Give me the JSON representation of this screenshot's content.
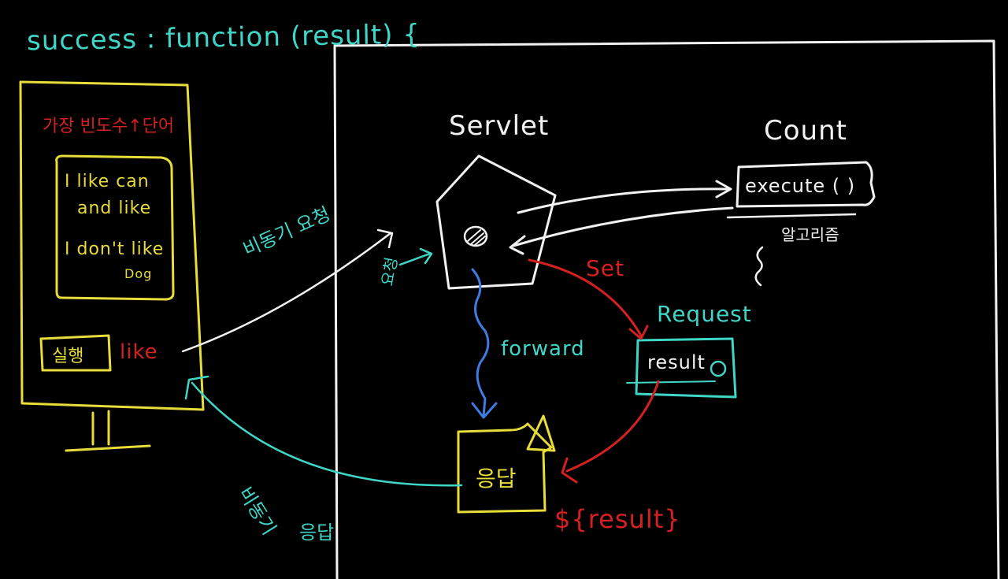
{
  "colors": {
    "background": "#000000",
    "white": "#f2f2f2",
    "cyan": "#3fd6c8",
    "yellow": "#e8dc3a",
    "red": "#d42020",
    "blue": "#3f7be0"
  },
  "header": {
    "code": "success : function (result) {"
  },
  "monitor": {
    "heading": "가장 빈도수↑단어",
    "textbox": {
      "line1": "I like can",
      "line2": "and like",
      "line3": "I don't like",
      "line4": "Dog"
    },
    "run_button": "실행",
    "input_value": "like"
  },
  "server": {
    "servlet_label": "Servlet",
    "count_label": "Count",
    "execute_label": "execute ( )",
    "algorithm_note": "알고리즘",
    "set_label": "Set",
    "request_label": "Request",
    "result_label": "result",
    "forward_label": "forward",
    "response_label": "응답",
    "result_el": "${result}"
  },
  "arrows": {
    "async_request": "비동기 요청",
    "request": "요청",
    "async_response_1": "비동기",
    "async_response_2": "응답"
  }
}
